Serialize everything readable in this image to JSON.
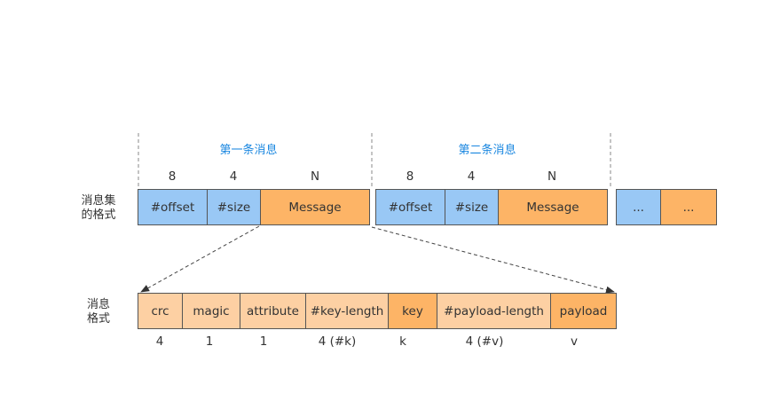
{
  "headers": {
    "first": "第一条消息",
    "second": "第二条消息"
  },
  "row_labels": {
    "message_set": [
      "消息集",
      "的格式"
    ],
    "message": [
      "消息",
      "格式"
    ]
  },
  "message_set": {
    "first": [
      {
        "label": "#offset",
        "size": "8"
      },
      {
        "label": "#size",
        "size": "4"
      },
      {
        "label": "Message",
        "size": "N"
      }
    ],
    "second": [
      {
        "label": "#offset",
        "size": "8"
      },
      {
        "label": "#size",
        "size": "4"
      },
      {
        "label": "Message",
        "size": "N"
      }
    ],
    "more": [
      {
        "label": "..."
      },
      {
        "label": "..."
      }
    ]
  },
  "message_format": [
    {
      "label": "crc",
      "size": "4"
    },
    {
      "label": "magic",
      "size": "1"
    },
    {
      "label": "attribute",
      "size": "1"
    },
    {
      "label": "#key-length",
      "size": "4 (#k)"
    },
    {
      "label": "key",
      "size": "k"
    },
    {
      "label": "#payload-length",
      "size": "4 (#v)"
    },
    {
      "label": "payload",
      "size": "v"
    }
  ],
  "colors": {
    "offset_size": "#99c8f5",
    "message": "#fdb466",
    "header_fields": "#fdd0a3",
    "data_fields": "#fdb466",
    "header_text": "#1a87e0"
  }
}
